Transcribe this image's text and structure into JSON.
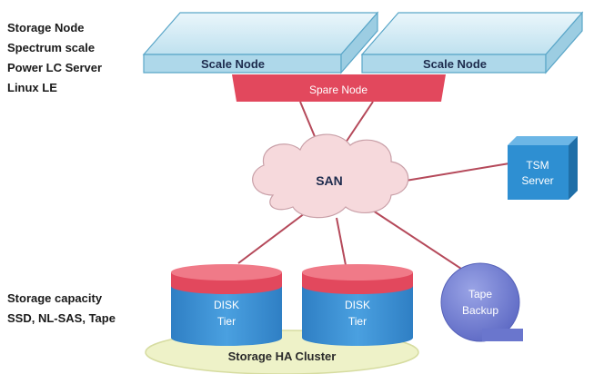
{
  "left_labels": {
    "top": [
      "Storage Node",
      "Spectrum scale",
      "Power LC Server",
      "Linux LE"
    ],
    "bottom": [
      "Storage capacity",
      "SSD, NL-SAS, Tape"
    ]
  },
  "nodes": {
    "scale_node_left": "Scale Node",
    "scale_node_right": "Scale Node",
    "spare_node": "Spare Node",
    "san": "SAN",
    "tsm_server": [
      "TSM",
      "Server"
    ],
    "disk_left": [
      "DISK",
      "Tier"
    ],
    "disk_right": [
      "DISK",
      "Tier"
    ],
    "tape_backup": [
      "Tape",
      "Backup"
    ],
    "cluster": "Storage HA Cluster"
  },
  "colors": {
    "scale_node_face": "#cfeaf5",
    "scale_node_edge": "#5aa6c8",
    "spare_node": "#e2485d",
    "san_cloud": "#f6d9dc",
    "tsm_server": "#2e8fd2",
    "disk_body": "#3b8fd4",
    "disk_top": "#e2485d",
    "tape": "#7a86d6",
    "cluster_base": "#eef2c8",
    "connector": "#b5495a"
  }
}
